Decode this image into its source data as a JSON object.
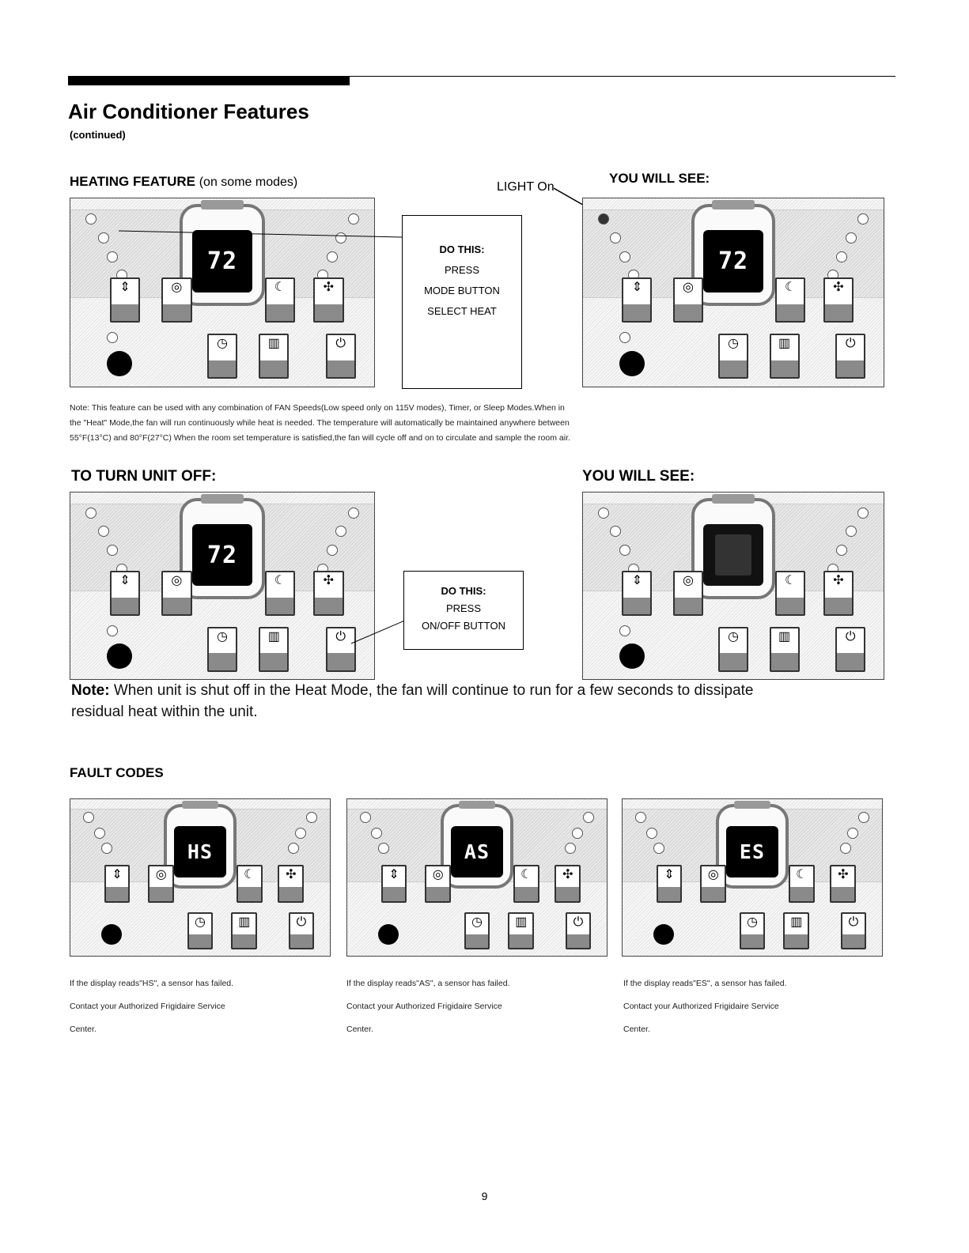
{
  "header": {
    "title": "Air Conditioner Features",
    "subtitle": "(continued)"
  },
  "heating": {
    "heading": "HEATING FEATURE",
    "heading_suffix": "(on some modes)",
    "light_label": "LIGHT On",
    "you_will_see": "YOU WILL SEE:",
    "display_before": "72",
    "display_after": "72",
    "do_this": "DO THIS:",
    "action": "PRESS",
    "target": "MODE BUTTON",
    "result": "SELECT HEAT",
    "note_lines": [
      "Note: This feature can be used with any combination of FAN Speeds(Low speed only on 115V modes), Timer, or Sleep Modes.When in",
      "the \"Heat\" Mode,the fan will run continuously while heat is needed. The temperature will automatically be maintained anywhere between",
      "55°F(13°C) and 80°F(27°C) When the room set temperature is satisfied,the fan will cycle off and on to circulate and sample the room air."
    ]
  },
  "turn_off": {
    "heading": "TO TURN UNIT OFF:",
    "you_will_see": "YOU WILL SEE:",
    "display_before": "72",
    "do_this": "DO THIS:",
    "action": "PRESS",
    "target": "ON/OFF BUTTON",
    "note_label": "Note:",
    "note_lines": [
      "When unit is shut off in the Heat Mode, the fan will continue to run for a few seconds to dissipate",
      "residual heat within the unit."
    ]
  },
  "fault_codes": {
    "heading": "FAULT CODES",
    "items": [
      {
        "code": "HS",
        "lines": [
          "If the display reads\"HS\", a sensor has failed.",
          "Contact your Authorized Frigidaire Service",
          "Center."
        ]
      },
      {
        "code": "AS",
        "lines": [
          "If the display reads\"AS\", a sensor has failed.",
          "Contact your Authorized Frigidaire Service",
          "Center."
        ]
      },
      {
        "code": "ES",
        "lines": [
          "If the display reads\"ES\", a sensor has failed.",
          "Contact your Authorized Frigidaire Service",
          "Center."
        ]
      }
    ]
  },
  "panel_icons": [
    "mode-arrows-icon",
    "energy-saver-icon",
    "sleep-moon-icon",
    "fan-icon",
    "timer-clock-icon",
    "check-filter-icon",
    "power-icon"
  ],
  "page_number": "9"
}
